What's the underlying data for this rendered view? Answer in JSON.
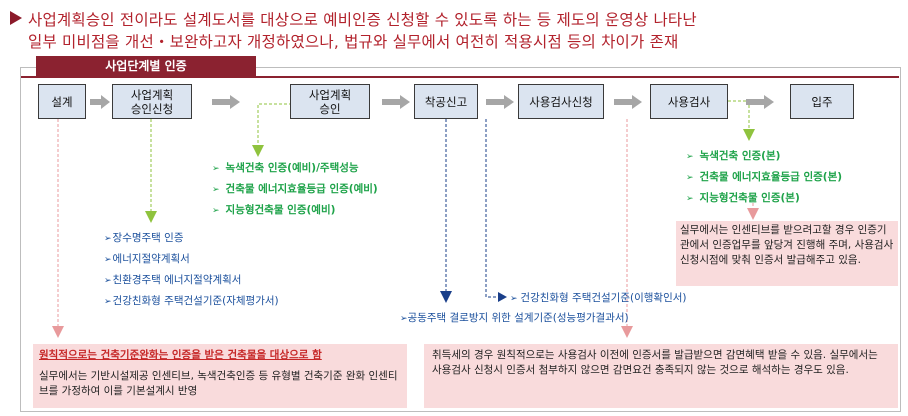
{
  "header": {
    "line1": "사업계획승인 전이라도 설계도서를 대상으로 예비인증 신청할 수 있도록 하는 등 제도의 운영상 나타난",
    "line2": "일부 미비점을 개선・보완하고자  개정하였으나, 법규와 실무에서 여전히 적용시점 등의 차이가 존재"
  },
  "section_title": "사업단계별 인증",
  "stages": [
    {
      "label": "설계"
    },
    {
      "label": "사업계획\n승인신청"
    },
    {
      "label": "사업계획\n승인"
    },
    {
      "label": "착공신고"
    },
    {
      "label": "사용검사신청"
    },
    {
      "label": "사용검사"
    },
    {
      "label": "입주"
    }
  ],
  "approval_certs": [
    "녹색건축 인증(예비)/주택성능",
    "건축물 에너지효율등급 인증(예비)",
    "지능형건축물 인증(예비)"
  ],
  "application_certs": [
    "장수명주택 인증",
    "에너지절약계획서",
    "친환경주택 에너지절약계획서",
    "건강친화형 주택건설기준(자체평가서)"
  ],
  "inspection_certs": [
    "녹색건축 인증(본)",
    "건축물 에너지효율등급 인증(본)",
    "지능형건축물 인증(본)"
  ],
  "construction_note": "공동주택 결로방지 위한 설계기준(성능평가결과서)",
  "inspection_request_note": "건강친화형 주택건설기준(이행확인서)",
  "practice_note": "실무에서는 인센티브를 받으려고할 경우 인증기관에서 인증업무를 앞당겨 진행해 주며, 사용검사 신청시점에 맞춰 인증서 발급해주고 있음.",
  "bottom_left": {
    "title": "원칙적으로는 건축기준완화는 인증을 받은 건축물을 대상으로 함",
    "body": "실무에서는 기반시설제공 인센티브, 녹색건축인증 등 유형별 건축기준 완화 인센티브를  가정하여 이를 기본설계시 반영"
  },
  "bottom_right": {
    "body": "취득세의 경우 원칙적으로는 사용검사 이전에 인증서를 발급받으면 감면혜택 받을 수 있음. 실무에서는 사용검사 신청시 인증서 첨부하지 않으면 감면요건 충족되지 않는 것으로 해석하는 경우도 있음."
  },
  "colors": {
    "accent": "#8b2230",
    "header_text": "#b2222c",
    "stage_fill": "#dbe4f0",
    "green": "#1fa34a",
    "blue": "#1a4f9c",
    "pink": "#f9dbdc"
  }
}
